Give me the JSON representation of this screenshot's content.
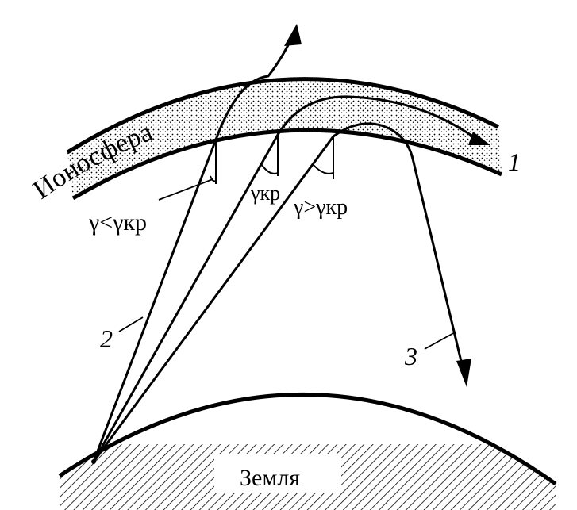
{
  "labels": {
    "ionosphere": "Ионосфера",
    "earth": "Земля",
    "ray_1": "1",
    "ray_2": "2",
    "ray_3": "3",
    "gamma_less": "γ<γкр",
    "gamma_critical": "γкр",
    "gamma_greater": "γ>γкр"
  },
  "colors": {
    "ink": "#000000",
    "background": "#ffffff"
  }
}
